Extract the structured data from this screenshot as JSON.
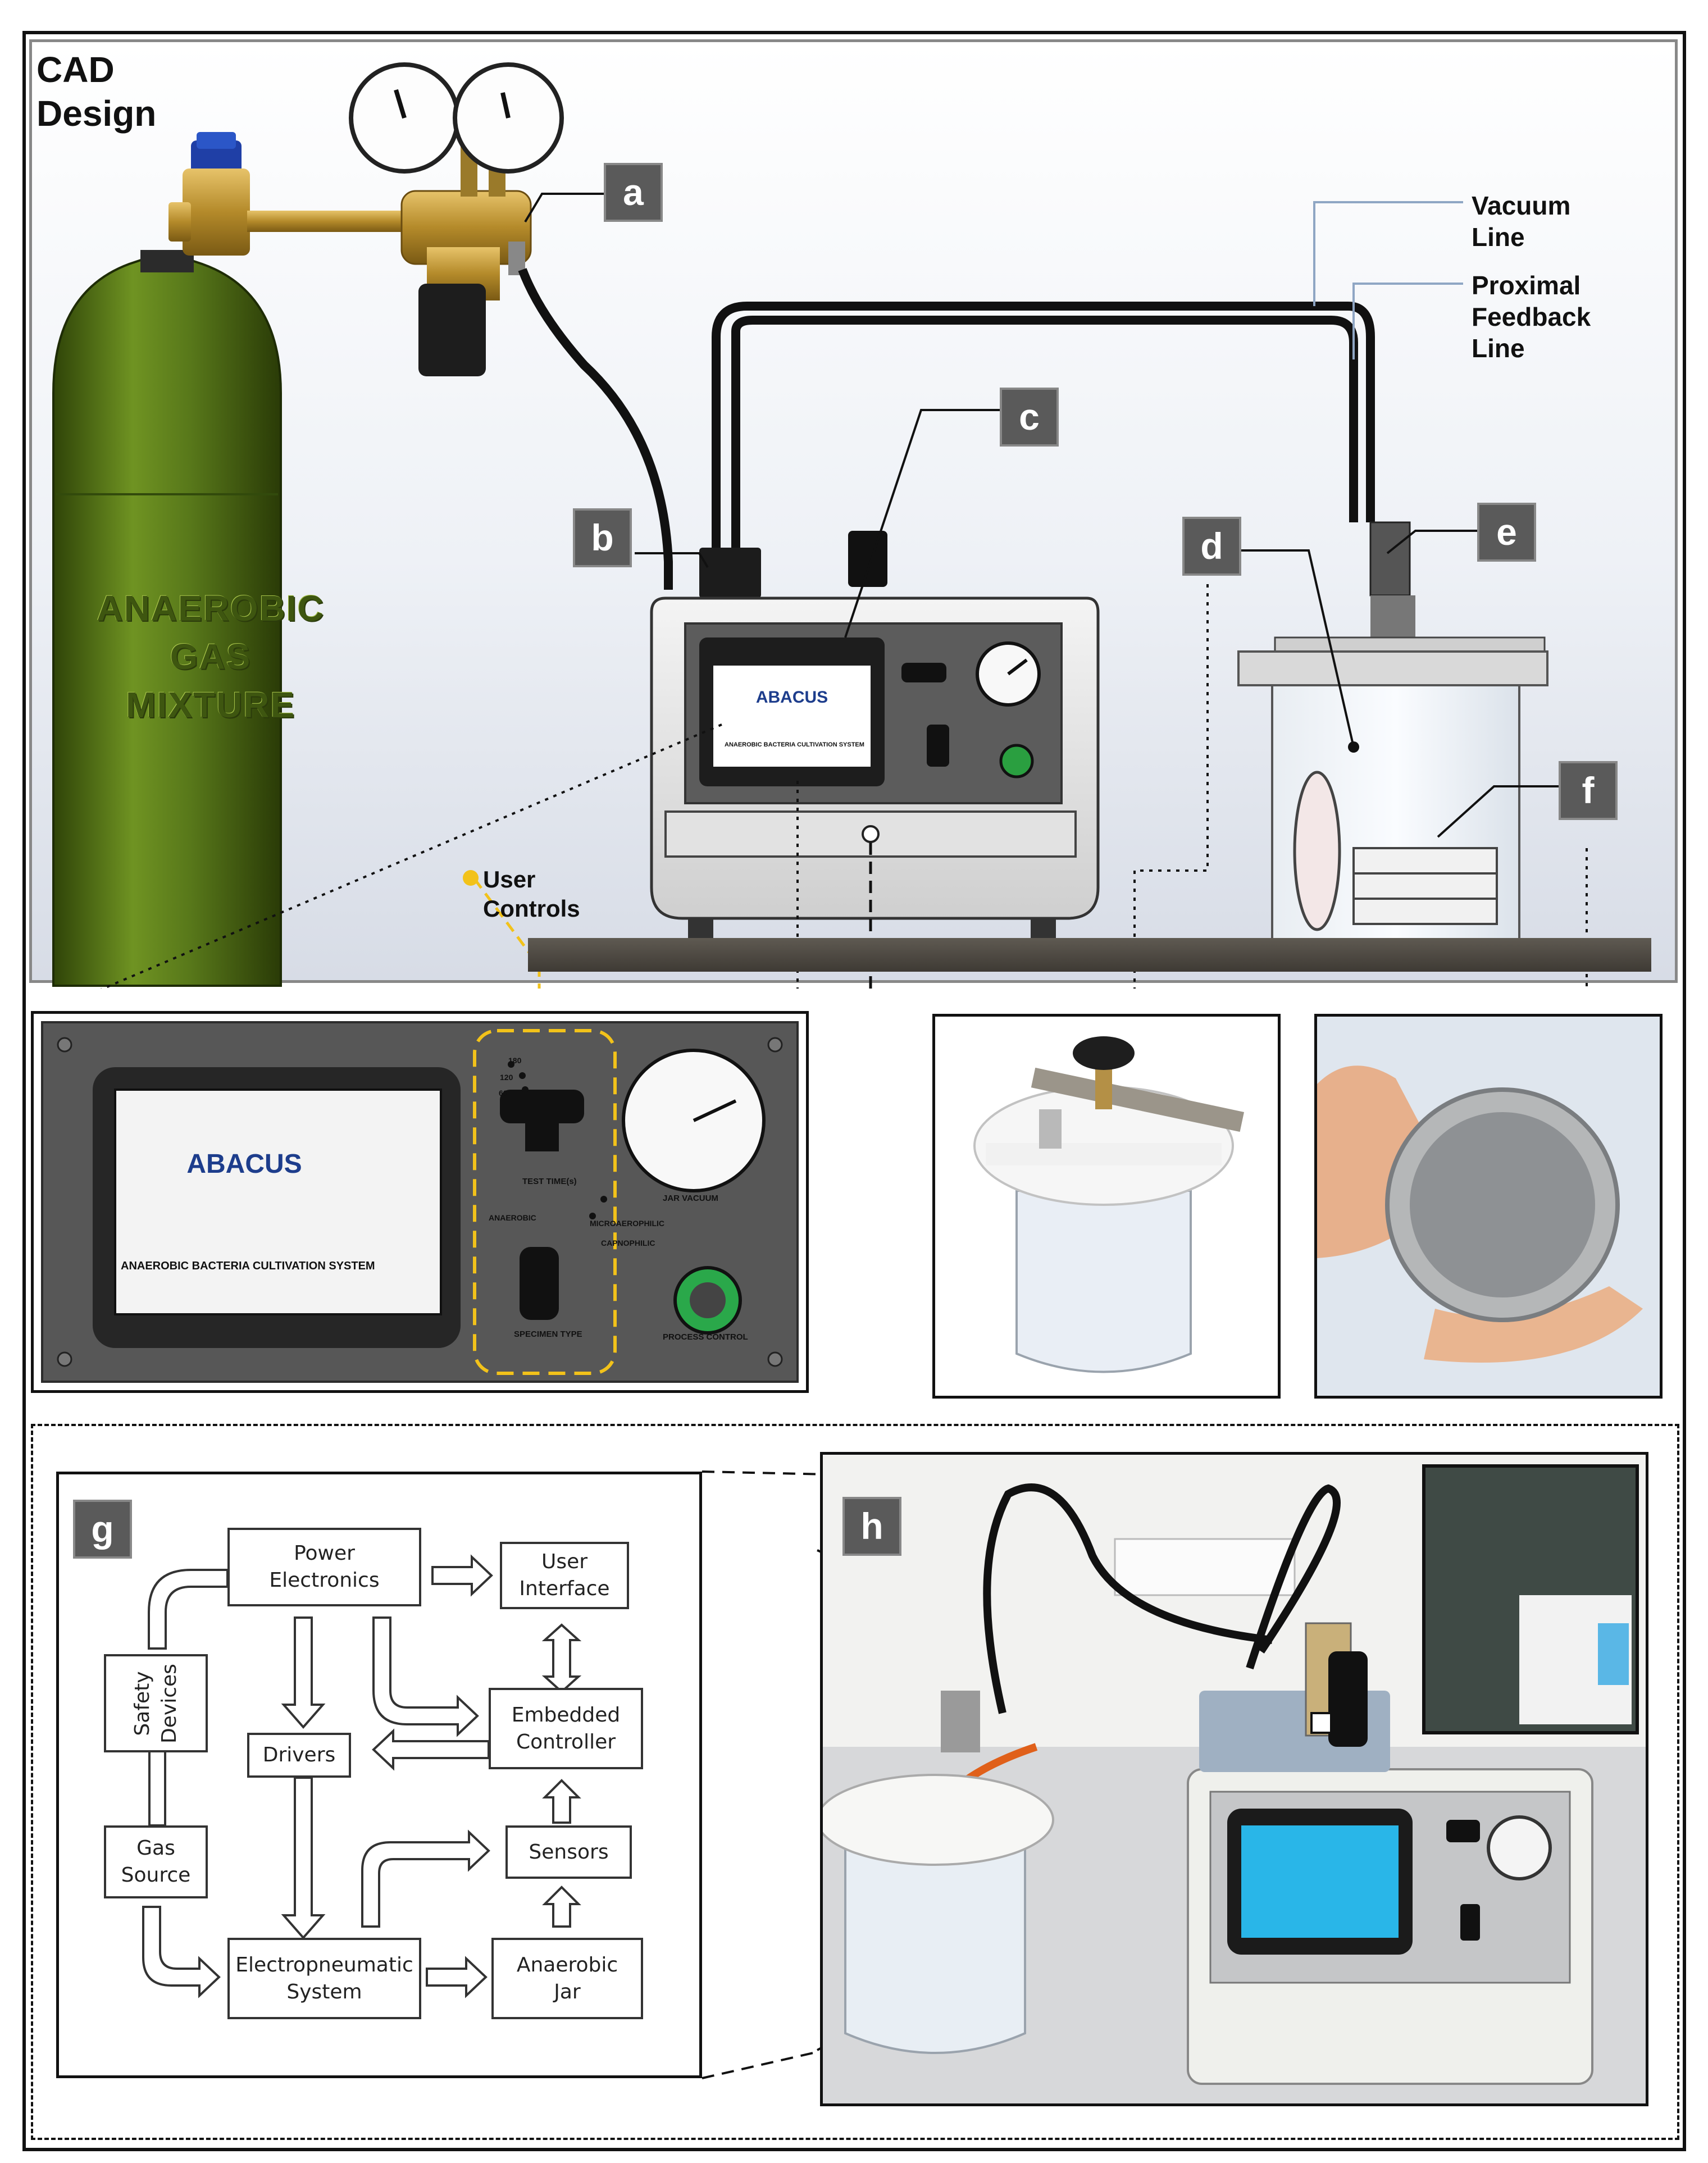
{
  "cad_section": {
    "title": "CAD\nDesign",
    "cylinder_label": "ANAEROBIC\nGAS\nMIXTURE",
    "screen_logo": "ABACUS",
    "screen_caption": "ANAEROBIC BACTERIA CULTIVATION SYSTEM",
    "callouts": {
      "vacuum_line": "Vacuum\nLine",
      "proximal_feedback_line": "Proximal\nFeedback\nLine",
      "user_controls": "User\nControls"
    },
    "tags": [
      "a",
      "b",
      "c",
      "d",
      "e",
      "f"
    ]
  },
  "control_panel_zoom": {
    "screen_logo": "ABACUS",
    "screen_caption": "ANAEROBIC BACTERIA CULTIVATION SYSTEM",
    "test_time_options": [
      "180",
      "120",
      "60"
    ],
    "test_time_label": "TEST TIME(s)",
    "jar_vacuum_label": "JAR VACUUM",
    "specimen_options": [
      "ANAEROBIC",
      "MICROAEROPHILIC",
      "CAPNOPHILIC"
    ],
    "specimen_type_label": "SPECIMEN TYPE",
    "process_control_label": "PROCESS CONTROL"
  },
  "block_diagram": {
    "tag": "g",
    "blocks": {
      "power_electronics": "Power\nElectronics",
      "user_interface": "User\nInterface",
      "safety_devices": "Safety\nDevices",
      "drivers": "Drivers",
      "embedded_controller": "Embedded\nController",
      "gas_source": "Gas\nSource",
      "sensors": "Sensors",
      "electropneumatic_system": "Electropneumatic\nSystem",
      "anaerobic_jar": "Anaerobic\nJar"
    }
  },
  "photo_section": {
    "tag": "h"
  },
  "colors": {
    "tag_fill": "#5a5a5a",
    "cylinder_green": "#4e6b12",
    "callout_yellow": "#f2c21a",
    "callout_blue": "#8fa6c4",
    "logo_blue": "#1d3d8c"
  }
}
